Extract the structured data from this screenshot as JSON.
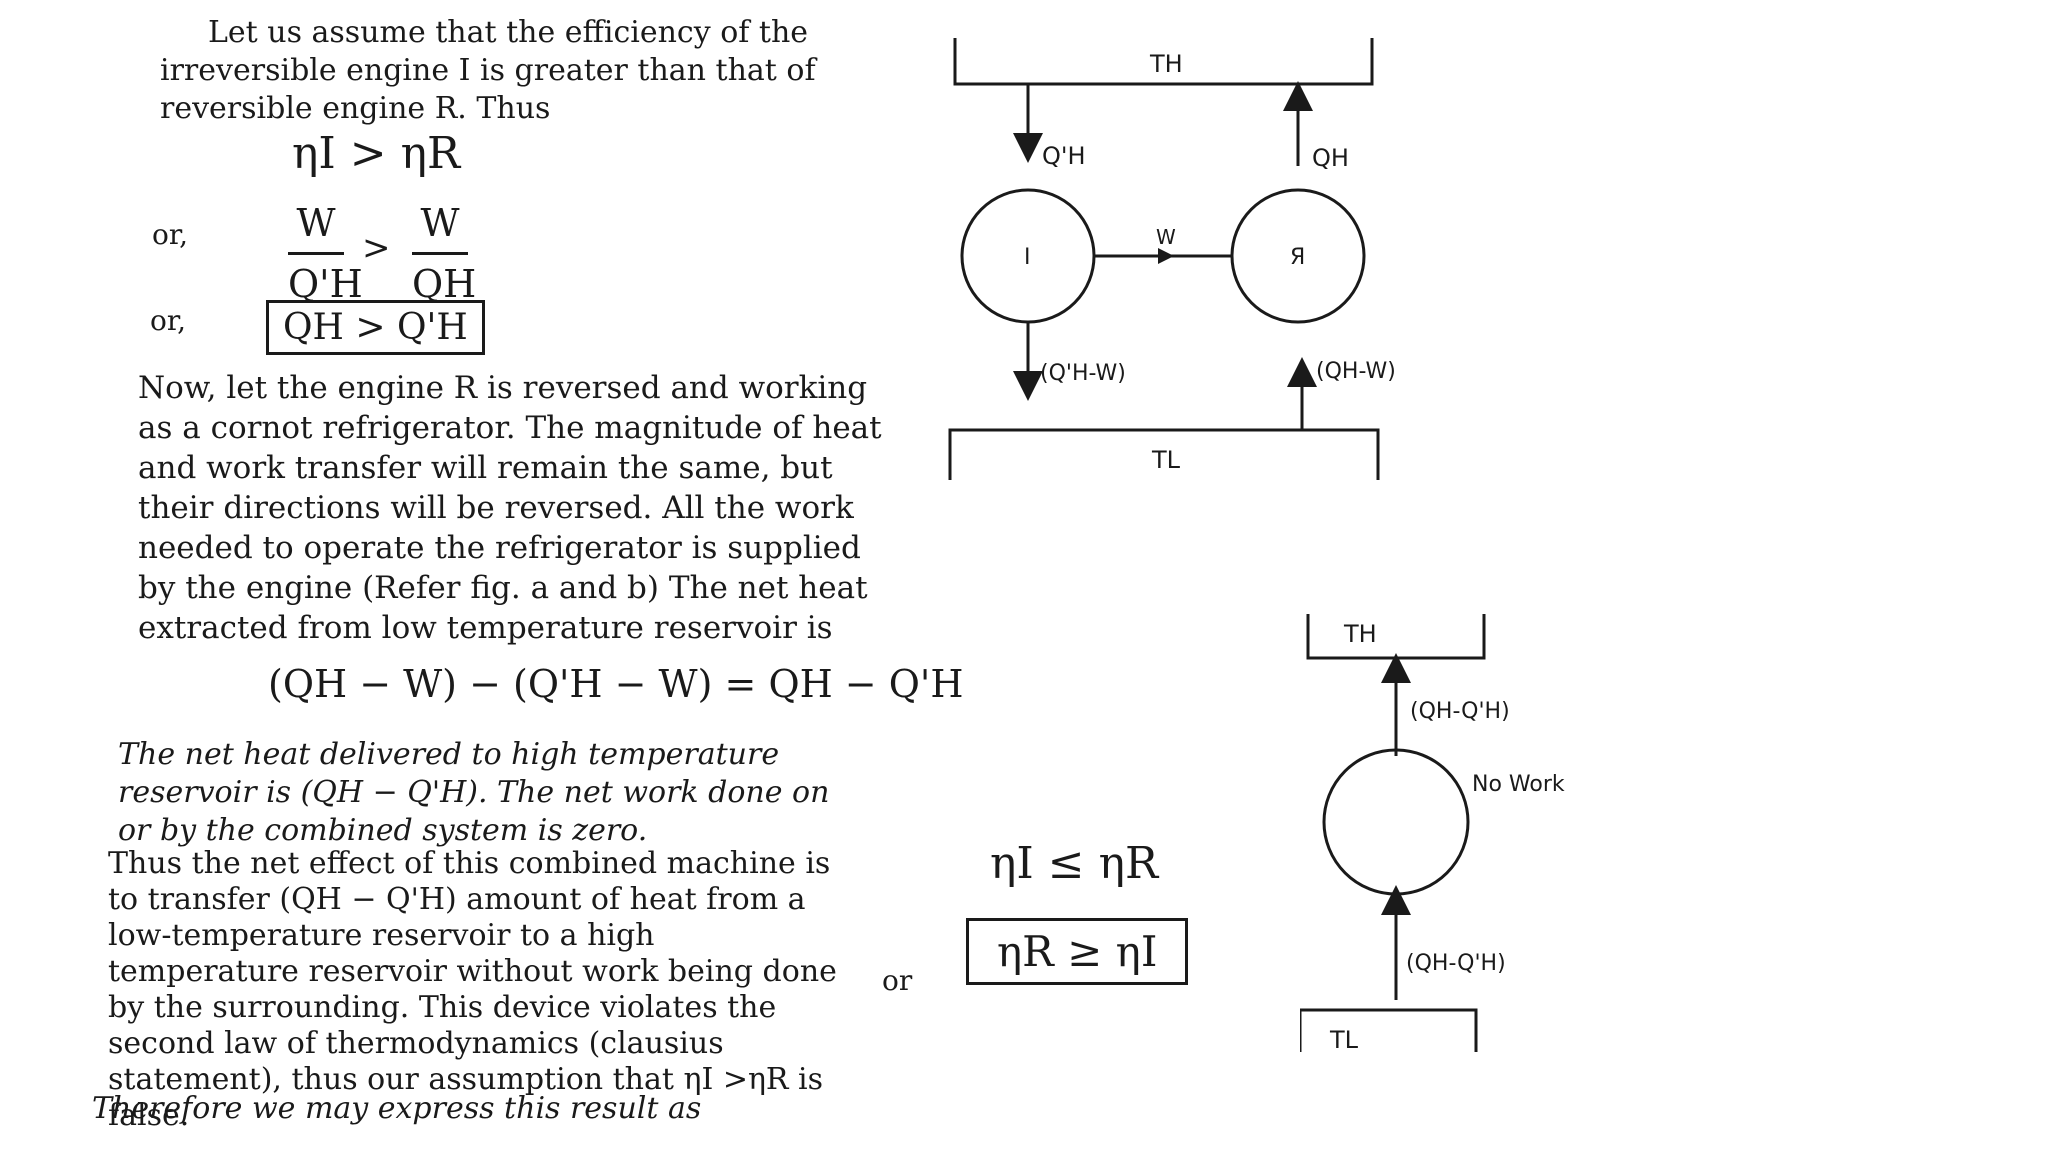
{
  "text": {
    "intro": "Let us assume that the efficiency of the irreversible engine I is greater than that of reversible engine R. Thus",
    "ineq1": "ηI > ηR",
    "or1": "or,",
    "frac_left_num": "W",
    "frac_left_den": "Q'H",
    "gt": ">",
    "frac_right_num": "W",
    "frac_right_den": "QH",
    "or2": "or,",
    "boxed": "QH > Q'H",
    "para2": "Now, let the engine R is reversed and working as a cornot refrigerator. The magnitude of heat and work transfer will remain the same, but their directions will be reversed. All the work needed to operate the refrigerator is supplied by the engine (Refer fig. a and b) The net heat extracted from low temperature reservoir is",
    "equation": "(QH − W) − (Q'H − W) = QH − Q'H",
    "para3": "The net heat delivered to high temperature reservoir is (QH − Q'H). The net work done on or by the combined system is zero.",
    "para4": "Thus the net effect of this combined machine is to transfer (QH − Q'H) amount of heat from a low-temperature reservoir to a high temperature reservoir without work being done by the surrounding. This device violates the second law of thermodynamics (clausius statement), thus our assumption that ηI >ηR is false.",
    "para5": "Therefore we may express this result as",
    "result1": "ηI ≤ ηR",
    "or3": "or",
    "result2": "ηR ≥ ηI"
  },
  "fig_a": {
    "th": "TH",
    "tl": "TL",
    "qh_prime": "Q'H",
    "qh": "QH",
    "engine_i": "I",
    "engine_r": "Я",
    "w": "W",
    "left_low": "(Q'H-W)",
    "right_low": "(QH-W)"
  },
  "fig_b": {
    "th": "TH",
    "tl": "TL",
    "upper": "(QH-Q'H)",
    "lower": "(QH-Q'H)",
    "no_work": "No Work"
  }
}
